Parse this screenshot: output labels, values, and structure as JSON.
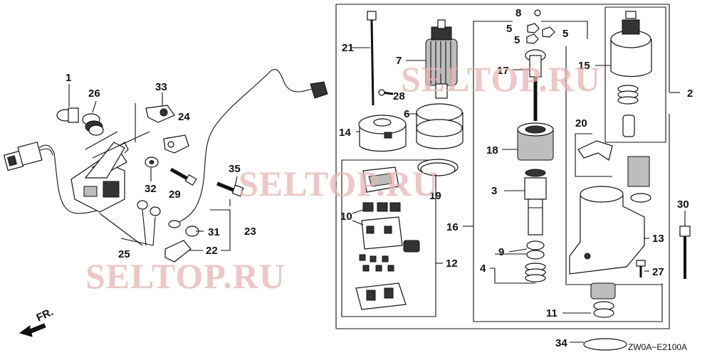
{
  "diagram": {
    "code": "ZW0A−E2100A",
    "direction_label": "FR.",
    "watermark": "SELTOP.RU",
    "callouts": {
      "n1": "1",
      "n2": "2",
      "n3": "3",
      "n4": "4",
      "n5a": "5",
      "n5b": "5",
      "n5c": "5",
      "n6": "6",
      "n7": "7",
      "n8": "8",
      "n9": "9",
      "n10": "10",
      "n11": "11",
      "n12": "12",
      "n13": "13",
      "n14": "14",
      "n15": "15",
      "n16": "16",
      "n17": "17",
      "n18": "18",
      "n19": "19",
      "n20": "20",
      "n21": "21",
      "n22": "22",
      "n23": "23",
      "n24": "24",
      "n25": "25",
      "n26": "26",
      "n27": "27",
      "n28": "28",
      "n29": "29",
      "n30": "30",
      "n31": "31",
      "n32": "32",
      "n33": "33",
      "n34": "34",
      "n35": "35"
    }
  }
}
